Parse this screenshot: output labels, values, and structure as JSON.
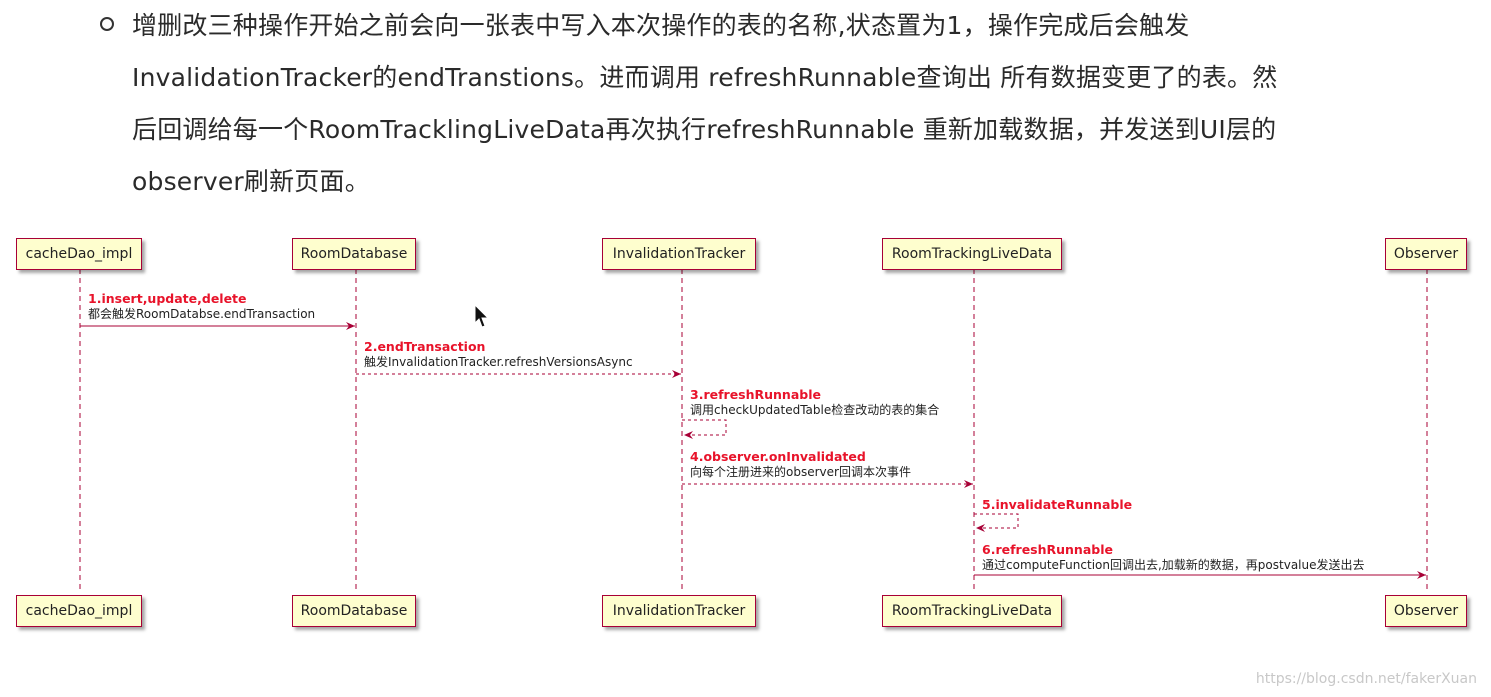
{
  "text": {
    "lines": [
      "增删改三种操作开始之前会向一张表中写入本次操作的表的名称,状态置为1，操作完成后会触发",
      "InvalidationTracker的endTranstions。进而调用 refreshRunnable查询出 所有数据变更了的表。然",
      "后回调给每一个RoomTracklingLiveData再次执行refreshRunnable 重新加载数据，并发送到UI层的",
      "observer刷新页面。"
    ]
  },
  "diagram": {
    "participants": [
      "cacheDao_impl",
      "RoomDatabase",
      "InvalidationTracker",
      "RoomTrackingLiveData",
      "Observer"
    ],
    "messages": [
      {
        "title": "1.insert,update,delete",
        "sub": "都会触发RoomDatabse.endTransaction"
      },
      {
        "title": "2.endTransaction",
        "sub": "触发InvalidationTracker.refreshVersionsAsync"
      },
      {
        "title": "3.refreshRunnable",
        "sub": "调用checkUpdatedTable检查改动的表的集合"
      },
      {
        "title": "4.observer.onInvalidated",
        "sub": "向每个注册进来的observer回调本次事件"
      },
      {
        "title": "5.invalidateRunnable",
        "sub": ""
      },
      {
        "title": "6.refreshRunnable",
        "sub": "通过computeFunction回调出去,加载新的数据，再postvalue发送出去"
      }
    ],
    "colors": {
      "lifeline": "#a80036",
      "box_fill": "#fefece",
      "message_title": "#e8132a"
    }
  },
  "watermark": "https://blog.csdn.net/fakerXuan"
}
